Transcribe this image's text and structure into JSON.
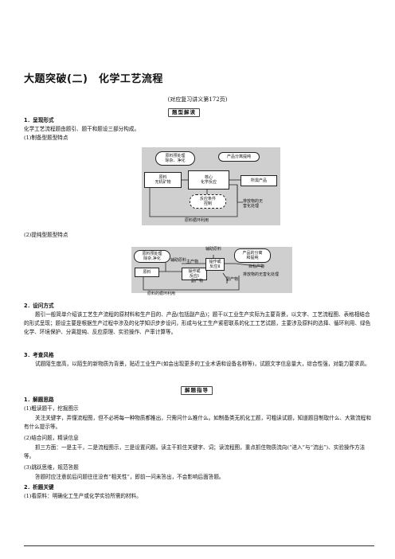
{
  "title": "大题突破(二)　化学工艺流程",
  "ref": "(对应复习讲义第172页)",
  "tags": {
    "analysis": "题型解读",
    "guidance": "解题指导"
  },
  "section1": {
    "h1": "1．呈现形式",
    "t1": "化学工艺流程题由题引、题干和题设三部分构成。",
    "s1": "(1)制备型题型特点",
    "s2": "(2)提纯型题型特点"
  },
  "diagram1": {
    "cloud": "原料预处理\n除杂、净化",
    "raw": "原料\n无机矿物",
    "core": "核心\n化学反应",
    "cond": "反应条件\n控制",
    "sep": "产品分离提纯",
    "product": "所需产品",
    "waste": "排放物的无\n害化处理",
    "recycle": "原料循环利用"
  },
  "diagram2": {
    "cloud": "原料预处理\n除杂,净化",
    "aux1": "辅助原料",
    "aux2": "辅助原料",
    "raw": "原料",
    "op1": "操作或\n反应Ⅰ",
    "op2": "操作或\n反应Ⅱ",
    "main1": "主产物",
    "side1": "副产物",
    "side2": "副产物",
    "sepcloud": "产品的分离\n和提纯",
    "target": "目标产物",
    "waste": "排放物的无害化处理",
    "recycle": "原料的循环利用"
  },
  "section2": {
    "h": "2．设问方式",
    "p": "题引一般简单介绍该工艺生产流程的原材料和生产目的、产品(包括副产品)；题干以工业生产实际为主要背景，以文字、工艺流程图、表格相结合的形式呈现；题设主要是根据生产过程中涉及的化学知识步步设问，形成与化工生产紧密联系的化工工艺试题，主要涉及原料的选择、循环利用、绿色化学、环境保护、分离提纯、反应原理、实验操作、产率计算等。"
  },
  "section3": {
    "h": "3．考查风格",
    "p": "试题陌生度高，以陌生的新物质为背景，贴近工业生产(如会出现更多的工业术语和设备名称等)，试题文字信息量大，综合性强，对能力要求高。"
  },
  "guide": {
    "h1": "1．解题思路",
    "s1": "(1)粗读题干，挖掘图示",
    "p1": "关注关键字，弄懂流程图，但不必将每一种物质都推出，只需问什么推什么。如制备类无机化工题，可粗读试题，知道题目制取什么、大致流程和有什么提示等。",
    "s2": "(2)结合问题，精读信息",
    "p2": "抓三方面：一是主干，二是流程图示，三是设置问题。读主干抓住关键字、词；读流程图，重点抓住物质流向(“进入”与“流出”)、实验操作方法等。",
    "s3": "(3)跳跃思维，规范答题",
    "p3": "答题时应注意前后问题往往没有“相关性”，即前一问未答出，不会影响后面答题。",
    "h2": "2．析题关键",
    "s4": "(1)看原料：明确化工生产或化学实验所需的材料。"
  }
}
